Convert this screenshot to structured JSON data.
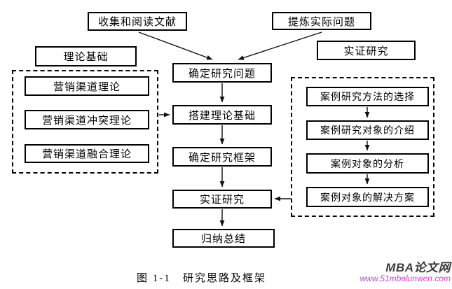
{
  "diagram": {
    "top": {
      "collect": "收集和阅读文献",
      "refine": "提炼实际问题"
    },
    "left_group": {
      "label": "理论基础",
      "items": [
        "营销渠道理论",
        "营销渠道冲突理论",
        "营销渠道融合理论"
      ]
    },
    "right_group": {
      "label": "实证研究",
      "items": [
        "案例研究方法的选择",
        "案例研究对象的介绍",
        "案例对象的分析",
        "案例对象的解决方案"
      ]
    },
    "flow": [
      "确定研究问题",
      "搭建理论基础",
      "确定研究框架",
      "实证研究",
      "归纳总结"
    ]
  },
  "caption": {
    "text": "图 1-1   研究思路及框架"
  },
  "watermark": {
    "title": "MBA论文网",
    "url": "www.51mbalunwen.com"
  },
  "colors": {
    "line": "#000000",
    "background": "#ffffff",
    "watermark_title": "#3b3b3b",
    "watermark_url_gradient_start": "#7b52d8",
    "watermark_url_gradient_end": "#ef3ecf"
  }
}
